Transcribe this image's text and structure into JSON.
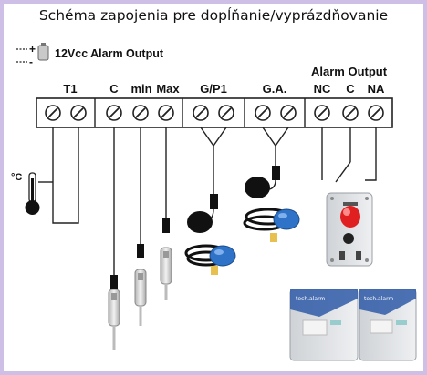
{
  "title": "Schéma zapojenia pre dopĺňanie/vyprázdňovanie",
  "power": {
    "plus": "+",
    "minus": "-",
    "label": "12Vcc Alarm Output"
  },
  "alarm_output_title": "Alarm Output",
  "terminals": [
    {
      "label": "T1"
    },
    {
      "label": "C"
    },
    {
      "label": "min"
    },
    {
      "label": "Max"
    },
    {
      "label": "G/P1"
    },
    {
      "label": "G.A."
    },
    {
      "label": "NC"
    },
    {
      "label": "C"
    },
    {
      "label": "NA"
    }
  ],
  "temperature_symbol": "°C",
  "controller_brand": "tech.alarm",
  "icons": [
    "battery-icon",
    "thermometer-icon",
    "level-probe-icon",
    "float-switch-icon",
    "siren-alarm-icon",
    "control-panel-icon"
  ],
  "colors": {
    "frame": "#cdbfe6",
    "terminal_strip": "#ffffff",
    "siren": "#e02020",
    "float_blue": "#2f73c9"
  }
}
